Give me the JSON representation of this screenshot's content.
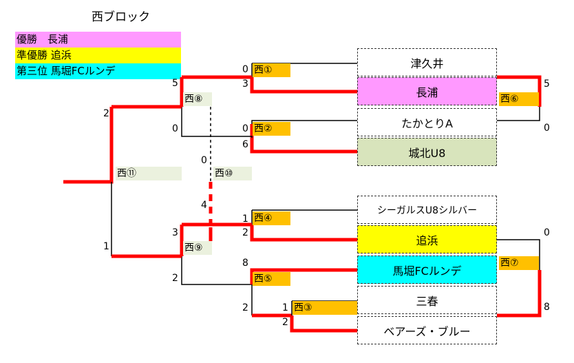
{
  "title": "西ブロック",
  "legend": [
    {
      "label": "優勝　長浦",
      "color": "#ff99ff"
    },
    {
      "label": "準優勝 追浜",
      "color": "#ffff00"
    },
    {
      "label": "第三位 馬堀FCルンデ",
      "color": "#00ffff"
    }
  ],
  "teams": [
    {
      "name": "津久井",
      "color": "#ffffff"
    },
    {
      "name": "長浦",
      "color": "#ff99ff"
    },
    {
      "name": "たかとりA",
      "color": "#ffffff"
    },
    {
      "name": "城北U8",
      "color": "#d8e4bc"
    },
    {
      "name": "シーガルスU8シルバー",
      "color": "#ffffff"
    },
    {
      "name": "追浜",
      "color": "#ffff00"
    },
    {
      "name": "馬堀FCルンデ",
      "color": "#00ffff"
    },
    {
      "name": "三春",
      "color": "#ffffff"
    },
    {
      "name": "ベアーズ・ブルー",
      "color": "#ffffff"
    }
  ],
  "matches": {
    "m1": "西①",
    "m2": "西②",
    "m3": "西③",
    "m4": "西④",
    "m5": "西⑤",
    "m6": "西⑥",
    "m7": "西⑦",
    "m8": "西⑧",
    "m9": "西⑨",
    "m10": "西⑩",
    "m11": "西⑪"
  },
  "colors": {
    "match_box": "#ffc000",
    "match_box_light": "#ebf1de",
    "winner_line": "#ff0000",
    "loser_line": "#000000"
  },
  "scores": {
    "m1_top": "0",
    "m1_bottom": "3",
    "m2_top": "0",
    "m2_bottom": "6",
    "m3_top": "1",
    "m3_bottom": "2",
    "m3_left": "2",
    "m4_top": "1",
    "m4_bottom": "2",
    "m5_top": "8",
    "m5_bottom": "2",
    "m6_top": "5",
    "m6_bottom": "0",
    "m7_top": "0",
    "m7_bottom": "8",
    "m8_top": "5",
    "m8_bottom": "0",
    "m9_top": "3",
    "m9_bottom": "2",
    "m10_top": "0",
    "m10_bottom": "4",
    "m11_top": "2",
    "m11_bottom": "1"
  }
}
